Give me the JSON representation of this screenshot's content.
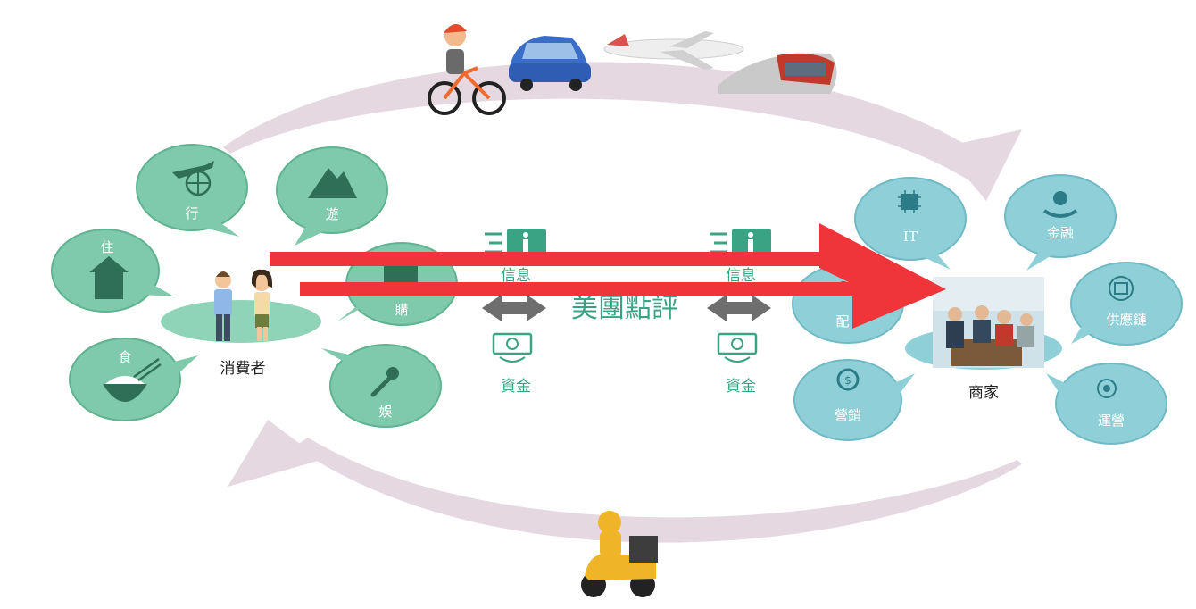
{
  "center": {
    "title": "美團點評"
  },
  "consumer": {
    "label": "消費者",
    "bubbles": [
      {
        "key": "xing",
        "label": "行",
        "icon": "airplane-globe-icon"
      },
      {
        "key": "you",
        "label": "遊",
        "icon": "mountain-icon"
      },
      {
        "key": "zhu",
        "label": "住",
        "icon": "house-icon"
      },
      {
        "key": "gou",
        "label": "購",
        "icon": "shopping-bag-icon"
      },
      {
        "key": "shi",
        "label": "食",
        "icon": "rice-bowl-icon"
      },
      {
        "key": "yu",
        "label": "娛",
        "icon": "microphone-icon"
      }
    ]
  },
  "merchant": {
    "label": "商家",
    "bubbles": [
      {
        "key": "it",
        "label": "IT",
        "icon": "chip-icon"
      },
      {
        "key": "finance",
        "label": "金融",
        "icon": "money-hand-icon"
      },
      {
        "key": "pei",
        "label": "配",
        "icon": "delivery-icon"
      },
      {
        "key": "supply",
        "label": "供應鏈",
        "icon": "warehouse-icon"
      },
      {
        "key": "marketing",
        "label": "營銷",
        "icon": "dollar-circle-icon"
      },
      {
        "key": "ops",
        "label": "運營",
        "icon": "network-icon"
      }
    ]
  },
  "flows": {
    "left": {
      "info": "信息",
      "funds": "資金"
    },
    "right": {
      "info": "信息",
      "funds": "資金"
    }
  },
  "colors": {
    "bubble_green": "#7fc9ad",
    "bubble_blue": "#8fd0d8",
    "cycle": "#e6d8e0",
    "accent_green": "#3aa383",
    "arrow_red": "#f0353a"
  },
  "transport_icons": [
    "bicycle-rider-icon",
    "car-icon",
    "airplane-icon",
    "train-icon"
  ],
  "delivery_icon": "delivery-scooter-icon"
}
